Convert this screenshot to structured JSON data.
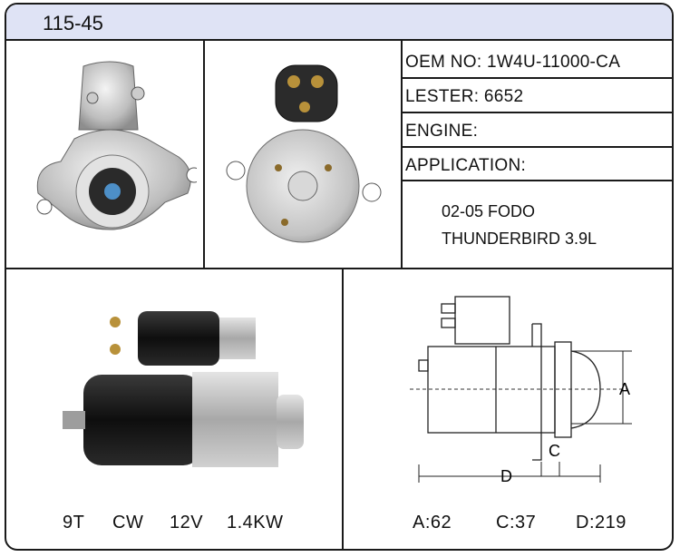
{
  "header": {
    "part_number": "115-45"
  },
  "info": {
    "oem": "OEM NO: 1W4U-11000-CA",
    "lester": "LESTER: 6652",
    "engine": "ENGINE:",
    "application": "APPLICATION:",
    "app_line1": "02-05 FODO",
    "app_line2": "THUNDERBIRD 3.9L"
  },
  "specs": {
    "teeth": "9T",
    "rotation": "CW",
    "voltage": "12V",
    "power": "1.4KW"
  },
  "dimensions": {
    "a_label": "A",
    "c_label": "C",
    "d_label": "D",
    "a_value": "A:62",
    "c_value": "C:37",
    "d_value": "D:219"
  },
  "colors": {
    "header_bg": "#dfe3f5",
    "border": "#1a1a1a"
  }
}
